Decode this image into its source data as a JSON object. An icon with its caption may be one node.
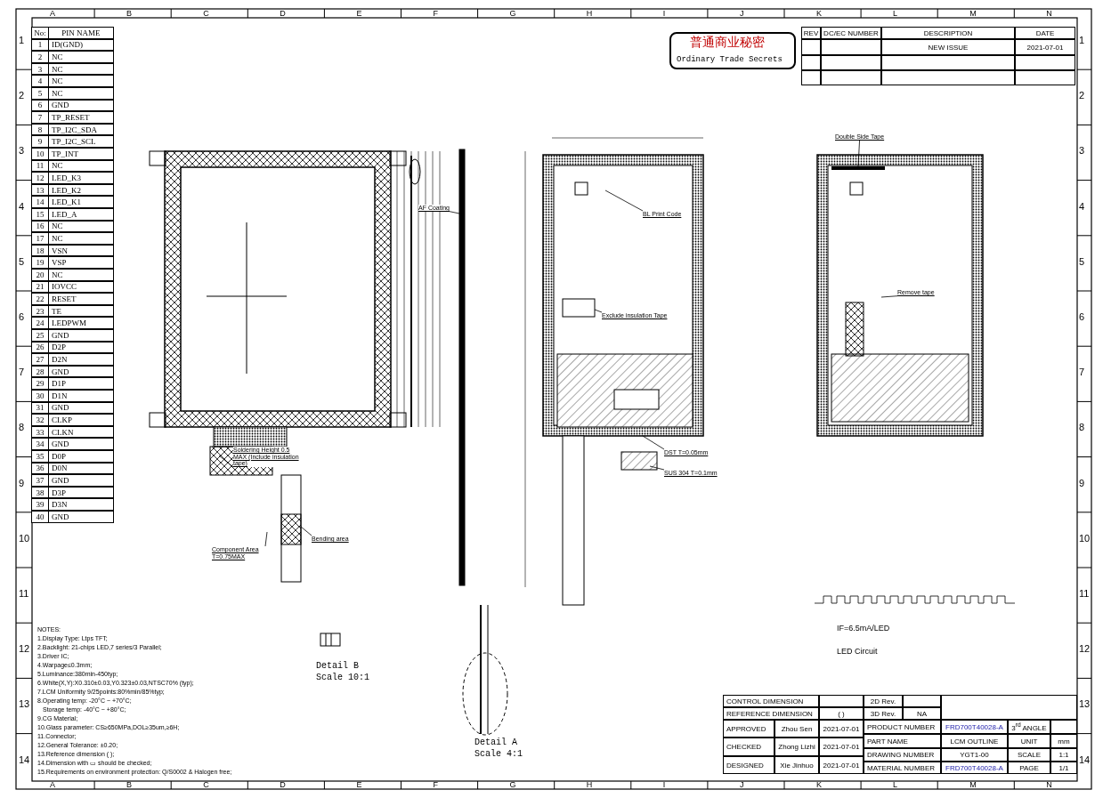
{
  "diagram": {
    "nodes": [
      {
        "text": [
          "AF Coating"
        ]
      },
      {
        "text": [
          "BL Print Code"
        ]
      },
      {
        "text": [
          "Exclude insulation Tape"
        ]
      },
      {
        "text": [
          "Double Side Tape"
        ]
      },
      {
        "text": [
          "Remove tape"
        ]
      },
      {
        "text": [
          "Soldering Height 0.5 MAX (Include insulation tape)"
        ]
      },
      {
        "text": [
          "Component Area T=0.75MAX"
        ]
      },
      {
        "text": [
          "Bending area"
        ]
      },
      {
        "text": [
          "DST T=0.05mm"
        ]
      },
      {
        "text": [
          "SUS 304 T=0.1mm"
        ]
      },
      {
        "text": [],
        "shape": "bar"
      }
    ],
    "edges": [
      {
        "from": 0,
        "to": null,
        "arrow": "none"
      },
      {
        "from": 1,
        "to": null,
        "arrow": "none"
      },
      {
        "from": 2,
        "to": null,
        "arrow": "none"
      },
      {
        "from": 3,
        "to": 10,
        "arrow": "none"
      },
      {
        "from": 4,
        "to": null,
        "arrow": "none"
      },
      {
        "from": 5,
        "to": null,
        "arrow": "none"
      },
      {
        "from": 6,
        "to": null,
        "arrow": "none"
      },
      {
        "from": 7,
        "to": null,
        "arrow": "none"
      },
      {
        "from": 8,
        "to": null,
        "arrow": "none"
      },
      {
        "from": 9,
        "to": null,
        "arrow": "none"
      }
    ],
    "labels": [
      "A",
      "B",
      "C",
      "D",
      "E",
      "F",
      "G",
      "H",
      "I",
      "J",
      "K",
      "L",
      "M",
      "N",
      "1",
      "2",
      "3",
      "4",
      "5",
      "6",
      "7",
      "8",
      "9",
      "10",
      "11",
      "12",
      "13",
      "14",
      "1",
      "2",
      "3",
      "4",
      "5",
      "6",
      "7",
      "8",
      "9",
      "10",
      "11",
      "12",
      "13",
      "14",
      "A",
      "B",
      "C",
      "D",
      "E",
      "F",
      "G",
      "H",
      "I",
      "J",
      "K",
      "L",
      "M",
      "N",
      "No:",
      "PIN NAME",
      "1",
      "ID(GND)",
      "2",
      "NC",
      "3",
      "NC",
      "4",
      "NC",
      "5",
      "NC",
      "6",
      "GND",
      "7",
      "TP_RESET",
      "8",
      "TP_I2C_SDA",
      "9",
      "TP_I2C_SCL",
      "10",
      "TP_INT",
      "11",
      "NC",
      "12",
      "LED_K3",
      "13",
      "LED_K2",
      "14",
      "LED_K1",
      "15",
      "LED_A",
      "16",
      "NC",
      "17",
      "NC",
      "18",
      "VSN",
      "19",
      "VSP",
      "20",
      "NC",
      "21",
      "IOVCC",
      "22",
      "RESET",
      "23",
      "TE",
      "24",
      "LEDPWM",
      "25",
      "GND",
      "26",
      "D2P",
      "27",
      "D2N",
      "28",
      "GND",
      "29",
      "D1P",
      "30",
      "D1N",
      "31",
      "GND",
      "32",
      "CLKP",
      "33",
      "CLKN",
      "34",
      "GND",
      "35",
      "D0P",
      "36",
      "D0N",
      "37",
      "GND",
      "38",
      "D3P",
      "39",
      "D3N",
      "40",
      "GND",
      "普通商业秘密",
      "Ordinary Trade Secrets",
      "REV",
      "DC/EC NUMBER",
      "DESCRIPTION",
      "DATE",
      "NEW ISSUE",
      "2021-07-01",
      "Detail B",
      "Scale 10:1",
      "Detail A",
      "Scale 4:1",
      "IF=6.5mA/LED",
      "LED Circuit",
      "NOTES:",
      "1.Display Type: Ltps TFT;",
      "2.Backlight: 21-chips LED,7 series/3 Parallel;",
      "3.Driver IC;",
      "4.Warpage≤0.3mm;",
      "5.Luminance:380min-450typ;",
      "6.White(X,Y):X0.310±0.03,Y0.323±0.03,NTSC70% (typ);",
      "7.LCM Uniformity 9/25points:80%min/85%typ;",
      "8.Operating temp: -20°C ~ +70°C;",
      "Storage temp: -40°C ~ +80°C;",
      "9.CG Material;",
      "10.Glass parameter: CS≥650MPa,DOL≥35um,≥6H;",
      "11.Connector;",
      "12.General Tolerance: ±0.20;",
      "13.Reference dimension ( );",
      "14.Dimension with ▭ should be checked;",
      "15.Requirements on environment protection: Q/S0002 & Halogen free;",
      "CONTROL DIMENSION",
      "2D Rev.",
      "REFERENCE DIMENSION",
      "( )",
      "3D Rev.",
      "NA",
      "APPROVED",
      "Zhou Sen",
      "2021-07-01",
      "PRODUCT NUMBER",
      "FRD700T40028-A",
      "3$^{rd}$ ANGLE",
      "PART NAME",
      "LCM OUTLINE",
      "UNIT",
      "mm",
      "CHECKED",
      "Zhong Lizhi",
      "2021-07-01",
      "DRAWING NUMBER",
      "YGT1-00",
      "SCALE",
      "1:1",
      "DESIGNED",
      "Xie Jinhuo",
      "2021-07-01",
      "MATERIAL NUMBER",
      "FRD700T40028-A",
      "PAGE",
      "1/1"
    ]
  }
}
